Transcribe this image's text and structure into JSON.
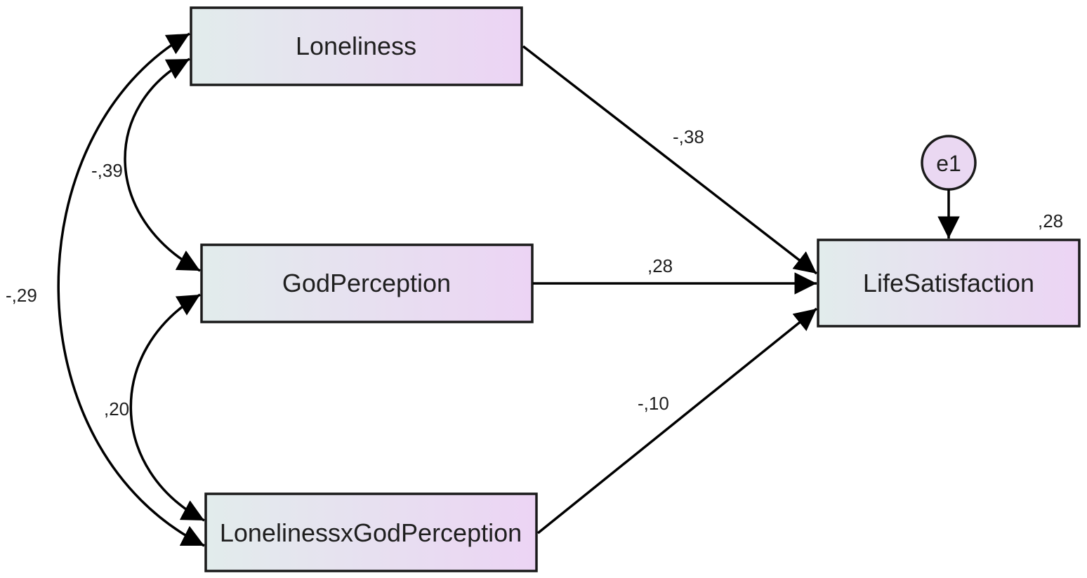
{
  "diagram": {
    "variables": {
      "loneliness": "Loneliness",
      "god_perception": "GodPerception",
      "interaction": "LonelinessxGodPerception",
      "life_satisfaction": "LifeSatisfaction",
      "error": "e1"
    },
    "paths": {
      "loneliness_to_ls": "-,38",
      "god_to_ls": ",28",
      "interaction_to_ls": "-,10"
    },
    "covariances": {
      "loneliness_god": "-,39",
      "god_interaction": ",20",
      "loneliness_interaction": "-,29"
    },
    "r_squared": ",28",
    "colors": {
      "box_fill_start": "#e2ecec",
      "box_fill_end": "#ecd4f4",
      "stroke": "#1a1a1a"
    }
  }
}
